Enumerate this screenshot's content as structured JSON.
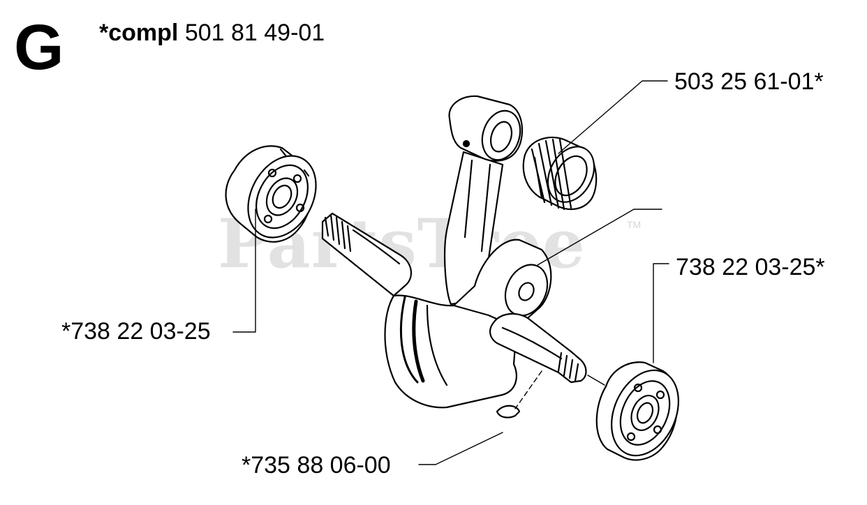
{
  "section_letter": "G",
  "header": {
    "prefix": "*compl",
    "part_number": "501 81 49-01"
  },
  "callouts": {
    "needle_bearing": "503 25 61-01*",
    "bearing_right": "738 22 03-25*",
    "bearing_left": "*738 22 03-25",
    "woodruff_key": "*735 88 06-00"
  },
  "watermark": {
    "text": "PartsTree",
    "trademark": "TM"
  }
}
